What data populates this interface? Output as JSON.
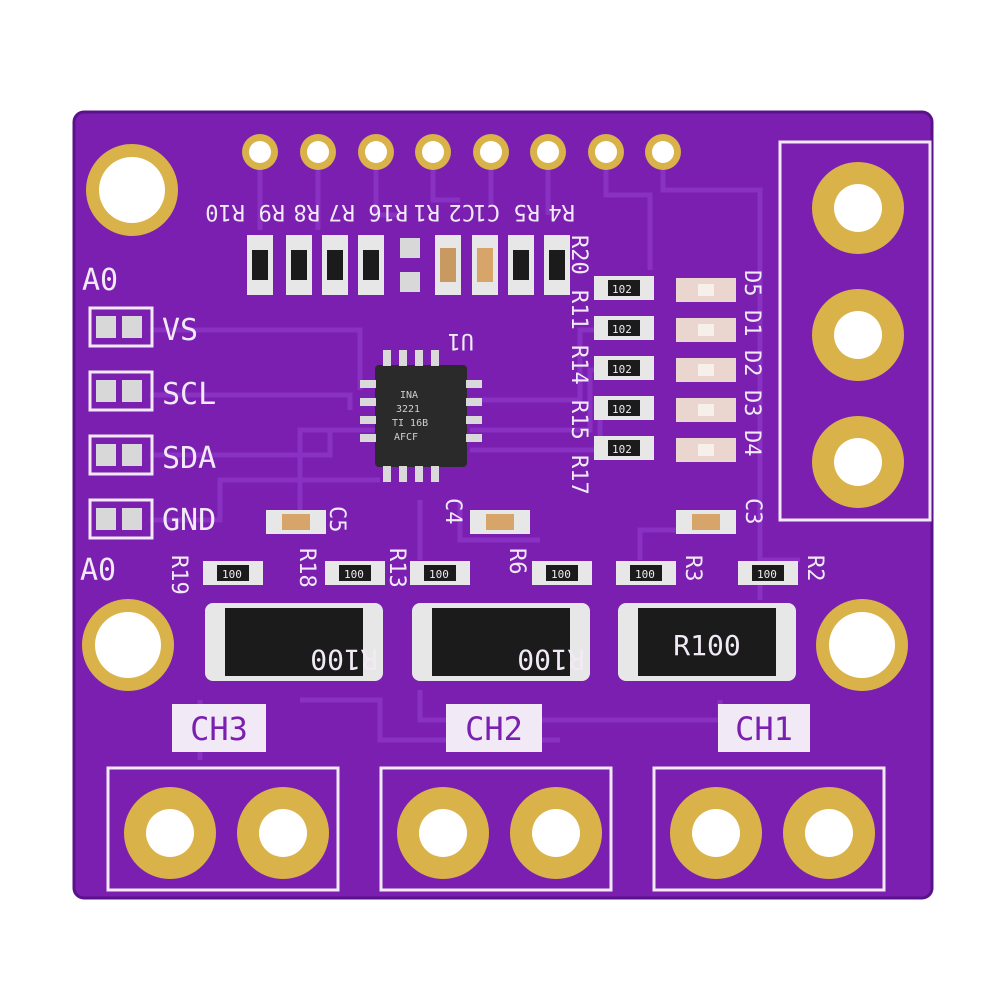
{
  "colors": {
    "background": "#ffffff",
    "pcb": "#7a1fb0",
    "pcb_dark": "#5a128a",
    "trace": "#8b34c4",
    "silkscreen": "#f1eaf6",
    "gold": "#d9b34a",
    "gold_dark": "#b48a2a",
    "pad_inner": "#ffffff",
    "resistor_body": "#1b1b1b",
    "led_body": "#ead6cf",
    "cap_body": "#d7a56a",
    "ic_body": "#2a2a2a"
  },
  "board": {
    "top_header_labels": [
      "R10",
      "R9",
      "R8",
      "R7",
      "R16",
      "R1",
      "C2",
      "C1",
      "R5",
      "R4"
    ],
    "right_vertical_labels_1": [
      "R20",
      "R11",
      "R14",
      "R15",
      "R17"
    ],
    "right_vertical_labels_2": [
      "D5",
      "D1",
      "D2",
      "D3",
      "D4"
    ],
    "pin_labels": [
      "VS",
      "SCL",
      "SDA",
      "GND"
    ],
    "a0_top": "A0",
    "a0_bottom": "A0",
    "ic_label": "U1",
    "ic_marking": [
      "INA",
      "3221",
      "TI 16B",
      "AFCF"
    ],
    "small_resistor_code_a": "102",
    "small_resistor_code_b": "100",
    "shunt_resistor_marking": "R100",
    "shunt_resistor_marking_rev": "R100",
    "cap_labels": [
      "C5",
      "C4",
      "C3"
    ],
    "resistor_labels": [
      "R19",
      "R18",
      "R13",
      "R6",
      "R3",
      "R2"
    ],
    "channels": [
      "CH3",
      "CH2",
      "CH1"
    ]
  }
}
